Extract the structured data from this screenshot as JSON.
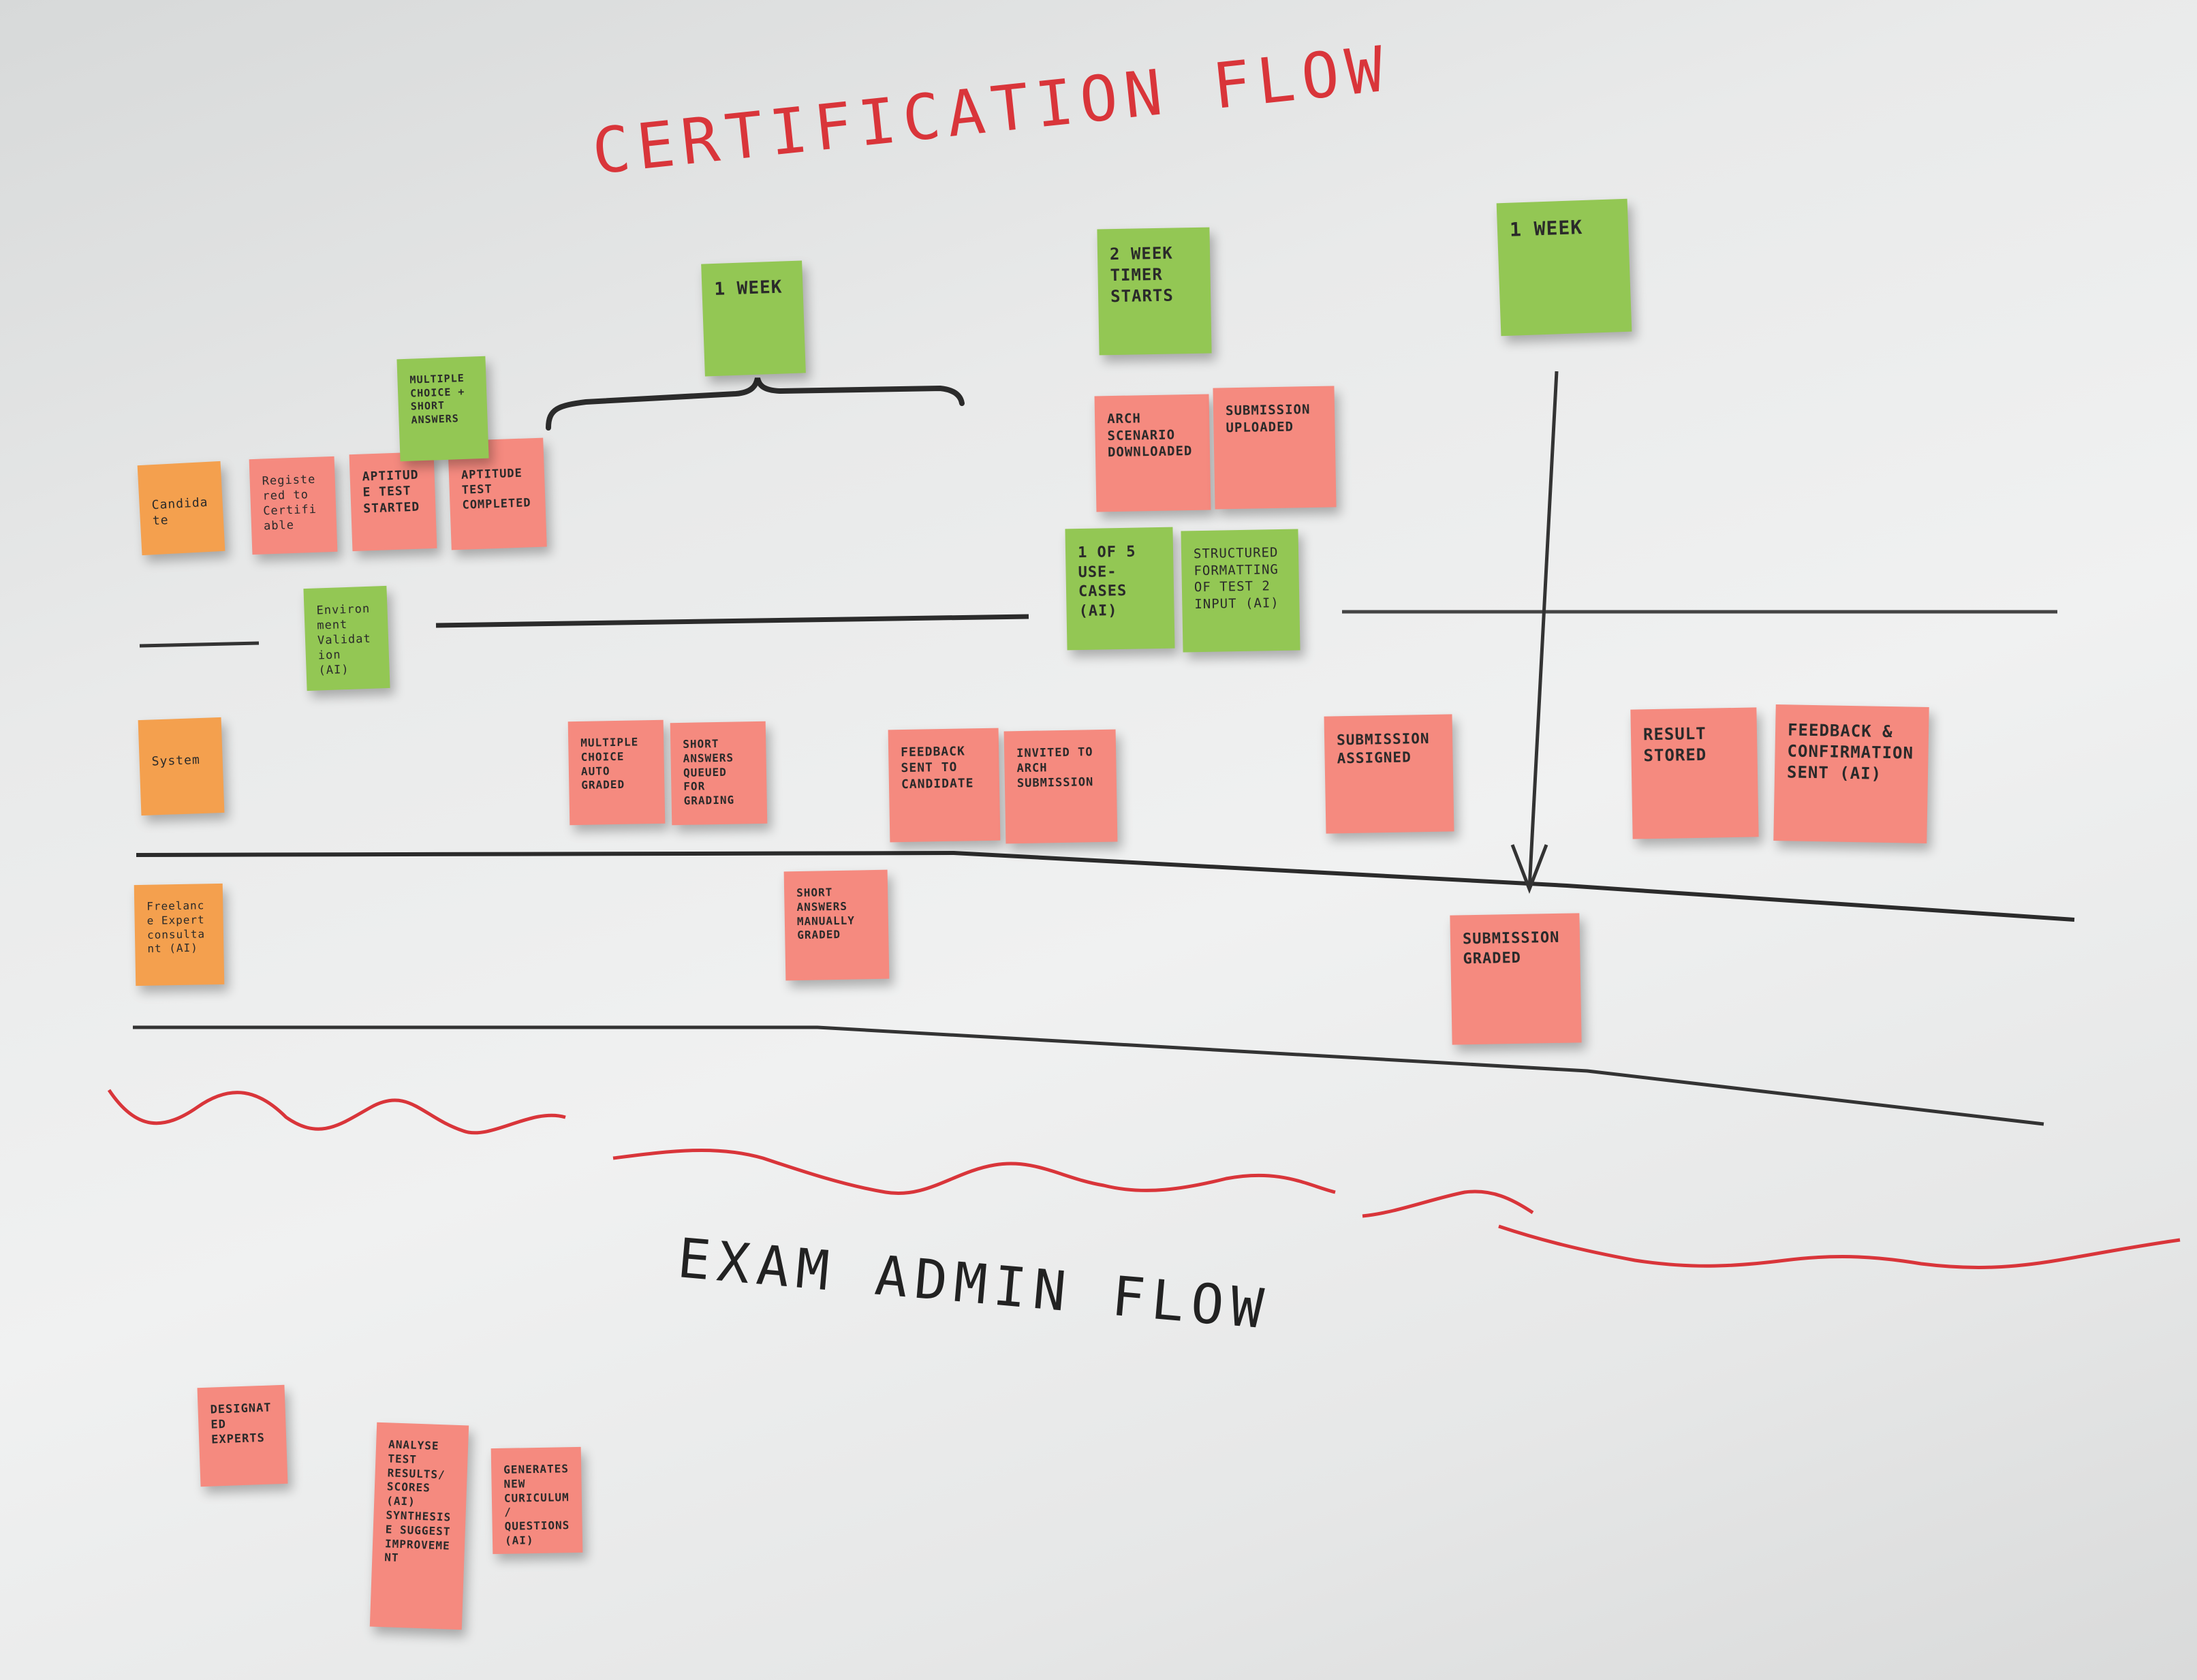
{
  "titles": {
    "certification": "CERTIFICATION FLOW",
    "exam_admin": "EXAM ADMIN FLOW"
  },
  "lanes": {
    "candidate": "Candidate",
    "system": "System",
    "expert": "Freelance Expert consultant (AI)",
    "designated": "DESIGNATED EXPERTS"
  },
  "timers": {
    "week1_a": "1 WEEK",
    "week2": "2 WEEK TIMER STARTS",
    "week1_b": "1 WEEK"
  },
  "notes": {
    "registered": "Registered to Certifiable",
    "aptitude_started": "APTITUDE TEST STARTED",
    "aptitude_completed": "APTITUDE TEST COMPLETED",
    "multiple_choice_short": "MULTIPLE CHOICE + SHORT ANSWERS",
    "environment": "Environment Validation (AI)",
    "arch_downloaded": "ARCH SCENARIO DOWNLOADED",
    "submission_uploaded": "SUBMISSION UPLOADED",
    "one_of_five": "1 OF 5 USE-CASES (AI)",
    "structured": "STRUCTURED FORMATTING OF TEST 2 INPUT (AI)",
    "mc_autograded": "MULTIPLE CHOICE AUTO GRADED",
    "short_queued": "SHORT ANSWERS QUEUED FOR GRADING",
    "feedback_sent": "FEEDBACK SENT TO CANDIDATE",
    "invited": "INVITED TO ARCH SUBMISSION",
    "submission_assigned": "SUBMISSION ASSIGNED",
    "result_stored": "RESULT STORED",
    "feedback_confirmation": "FEEDBACK & CONFIRMATION SENT (AI)",
    "short_manual": "SHORT ANSWERS MANUALLY GRADED",
    "submission_graded": "SUBMISSION GRADED",
    "analyse": "ANALYSE TEST RESULTS/ SCORES (AI) SYNTHESISE SUGGEST IMPROVEMENT",
    "generates": "GENERATES NEW CURICULUM/ QUESTIONS (AI)"
  },
  "colors": {
    "pink": "#f58a7f",
    "green": "#93c754",
    "orange": "#f4a04e",
    "marker_red": "#d9353a",
    "marker_black": "#222222"
  }
}
